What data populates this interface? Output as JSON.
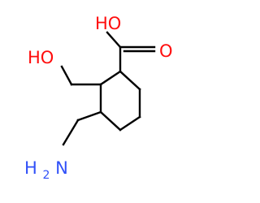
{
  "molecule": {
    "labels": {
      "carboxyl_oh": "HO",
      "carbonyl_o": "O",
      "hydroxyl_oh": "HO",
      "amine_h": "H",
      "amine_sub": "2",
      "amine_n": "N"
    },
    "colors": {
      "oxygen": "#ff0d0d",
      "nitrogen": "#3050f8",
      "bond": "#000000"
    }
  }
}
